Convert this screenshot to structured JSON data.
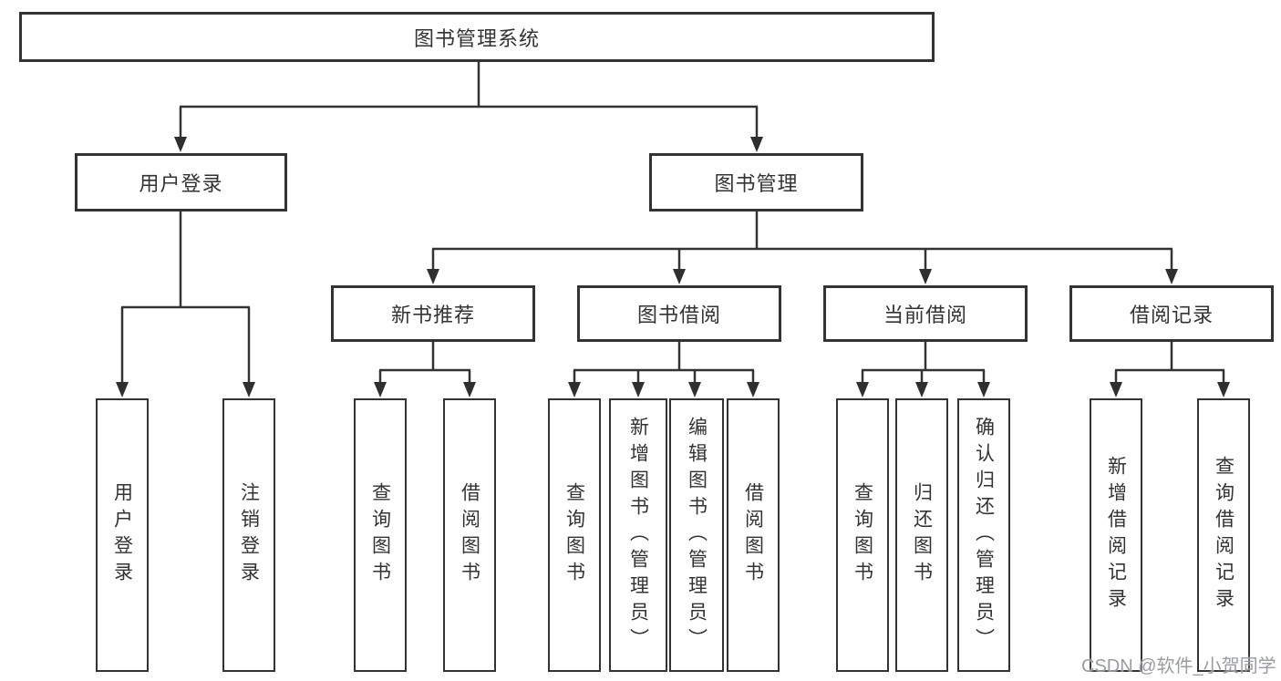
{
  "diagram_title": "图书管理系统",
  "tree": {
    "root": "图书管理系统",
    "branches": [
      {
        "label": "用户登录",
        "children": [
          "用户登录",
          "注销登录"
        ]
      },
      {
        "label": "图书管理",
        "children": [
          {
            "label": "新书推荐",
            "children": [
              "查询图书",
              "借阅图书"
            ]
          },
          {
            "label": "图书借阅",
            "children": [
              "查询图书",
              "新增图书（管理员）",
              "编辑图书（管理员）",
              "借阅图书"
            ]
          },
          {
            "label": "当前借阅",
            "children": [
              "查询图书",
              "归还图书",
              "确认归还（管理员）"
            ]
          },
          {
            "label": "借阅记录",
            "children": [
              "新增借阅记录",
              "查询借阅记录"
            ]
          }
        ]
      }
    ]
  },
  "watermark": {
    "text": "CSDN @软件_小贺同学",
    "color": "#94979b"
  },
  "colors": {
    "line": "#333333",
    "box_border": "#333333",
    "box_fill": "#ffffff",
    "text": "#333333"
  }
}
